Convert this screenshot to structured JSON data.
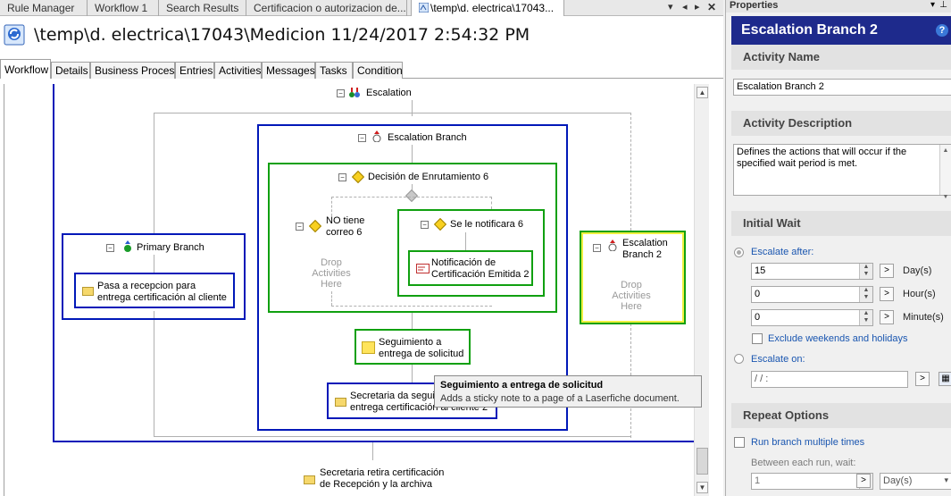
{
  "doc_tabs": [
    "Rule Manager",
    "Workflow 1",
    "Search Results",
    "Certificacion o autorizacion de...",
    "\\temp\\d. electrica\\17043..."
  ],
  "doc_title": "\\temp\\d. electrica\\17043\\Medicion 11/24/2017 2:54:32 PM",
  "view_tabs": [
    "Workflow",
    "Details",
    "Business Process",
    "Entries",
    "Activities",
    "Messages",
    "Tasks",
    "Condition"
  ],
  "workflow": {
    "escalation": "Escalation",
    "escalation_branch": "Escalation Branch",
    "decision": "Decisión de Enrutamiento 6",
    "no_tiene_correo": [
      "NO tiene",
      "correo 6"
    ],
    "drop_here": [
      "Drop",
      "Activities",
      "Here"
    ],
    "se_le_notificara": "Se le notificara 6",
    "notificacion": [
      "Notificación de",
      "Certificación Emitida 2"
    ],
    "primary_branch": "Primary Branch",
    "pasa_recepcion": [
      "Pasa a recepcion para",
      "entrega certificación al cliente"
    ],
    "seguimiento": [
      "Seguimiento a",
      "entrega de solicitud"
    ],
    "secretaria_seguir": [
      "Secretaria da seguir",
      "entrega certificación al cliente 2"
    ],
    "escalation_branch_2": [
      "Escalation",
      "Branch 2"
    ],
    "drop_here_2": [
      "Drop",
      "Activities",
      "Here"
    ],
    "secretaria_retira": [
      "Secretaria retira certificación",
      "de Recepción y la archiva"
    ]
  },
  "tooltip": {
    "title": "Seguimiento a entrega de solicitud",
    "desc": "Adds a sticky note to a page of a Laserfiche document."
  },
  "properties": {
    "header": "Properties",
    "title": "Escalation Branch 2",
    "activity_name_label": "Activity Name",
    "activity_name_value": "Escalation Branch 2",
    "activity_desc_label": "Activity Description",
    "activity_desc_value": "Defines the actions that will occur if the specified wait period is met.",
    "initial_wait_label": "Initial Wait",
    "escalate_after": "Escalate after:",
    "days_value": "15",
    "days_unit": "Day(s)",
    "hours_value": "0",
    "hours_unit": "Hour(s)",
    "minutes_value": "0",
    "minutes_unit": "Minute(s)",
    "exclude_weekends": "Exclude weekends and holidays",
    "escalate_on": "Escalate on:",
    "escalate_on_value": " /  /      :",
    "repeat_options_label": "Repeat Options",
    "run_multiple": "Run branch multiple times",
    "between_each_run": "Between each run, wait:",
    "repeat_value": "1",
    "repeat_unit": "Day(s)"
  },
  "colors": {
    "branch_box": "#0018b8",
    "decision_box": "#10a010",
    "selected_outline": "#f0f040",
    "panel_title_bg": "#1e2a8c"
  }
}
